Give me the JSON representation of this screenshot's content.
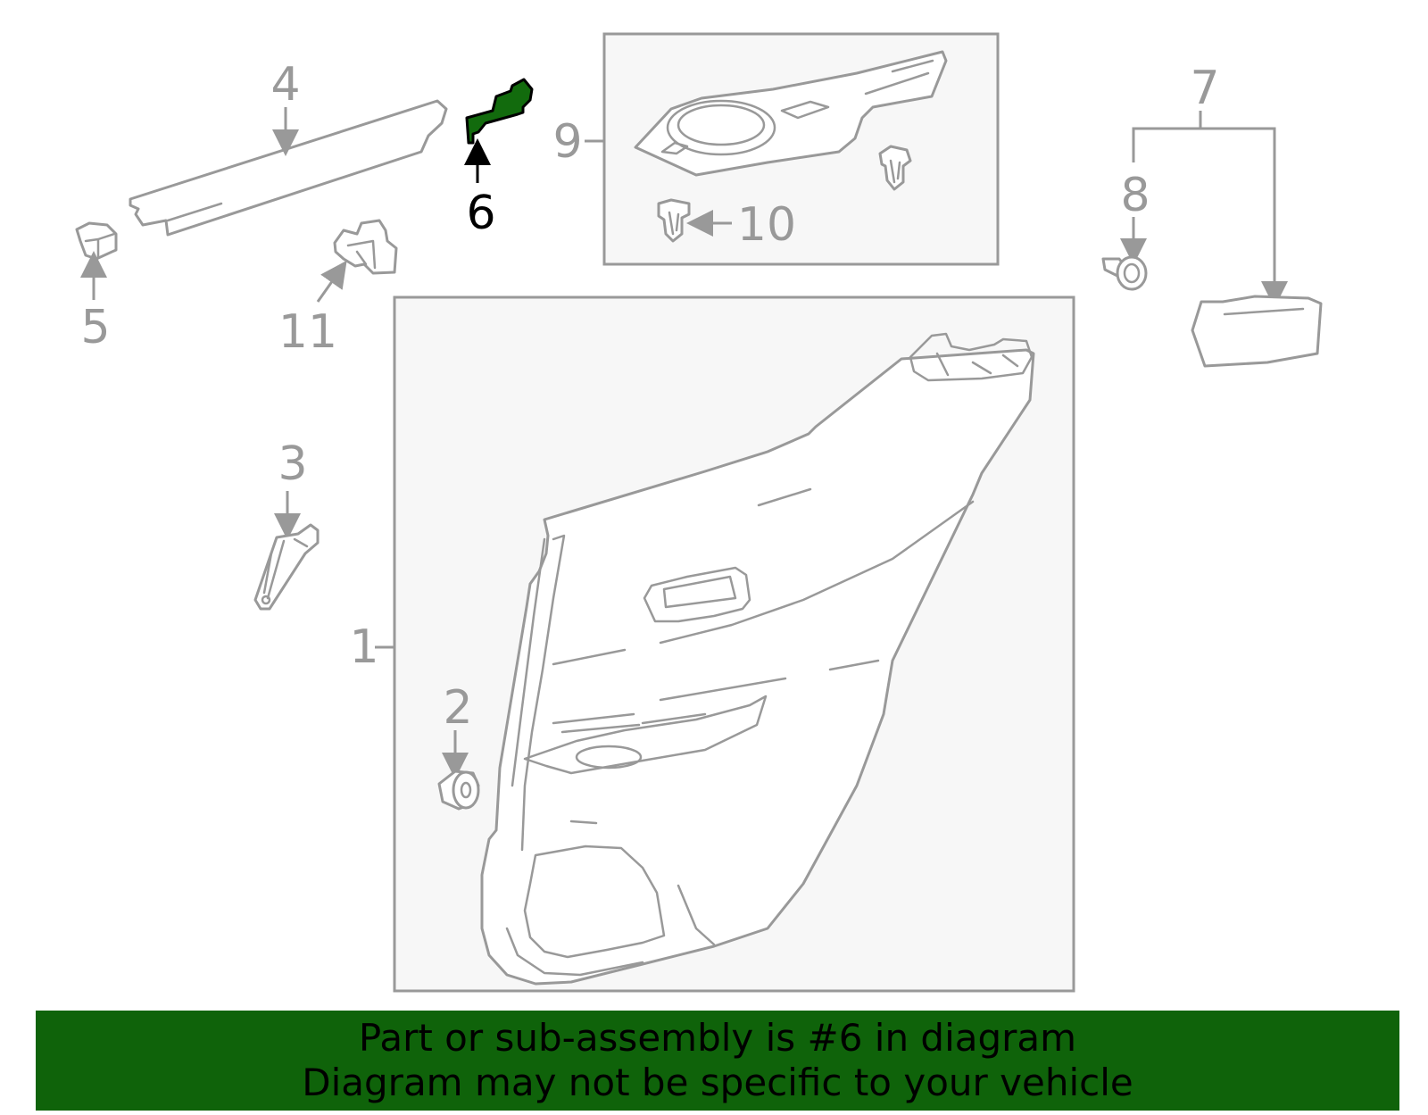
{
  "colors": {
    "highlight": "#126b0d",
    "line": "#999999",
    "box_fill": "#f7f7f7",
    "banner_bg": "#0f630a",
    "banner_text": "#000000"
  },
  "labels": {
    "p1": "1",
    "p2": "2",
    "p3": "3",
    "p4": "4",
    "p5": "5",
    "p6": "6",
    "p7": "7",
    "p8": "8",
    "p9": "9",
    "p10": "10",
    "p11": "11"
  },
  "highlighted_part": "6",
  "banner": {
    "line1": "Part or sub-assembly is #6 in diagram",
    "line2": "Diagram may not be specific to your vehicle"
  }
}
